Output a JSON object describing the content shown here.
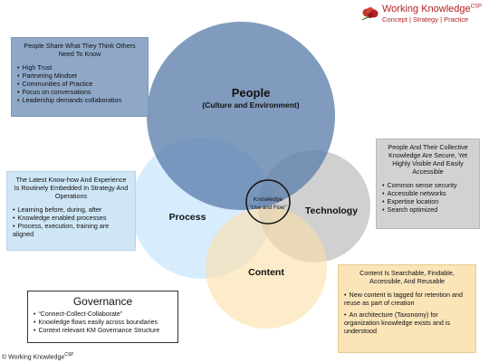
{
  "logo": {
    "brand": "Working Knowledge",
    "brand_sup": "CSP",
    "tagline": "Concept | Strategy | Practice",
    "color": "#b22222"
  },
  "venn": {
    "people": {
      "label": "People",
      "sublabel": "(Culture and Environment)",
      "color": "#5e7fac"
    },
    "process": {
      "label": "Process",
      "color": "#bfe0fb"
    },
    "technology": {
      "label": "Technology",
      "color": "#b0b0b0"
    },
    "content": {
      "label": "Content",
      "color": "#fcdfa6"
    },
    "center": {
      "label": "Knowledge",
      "sublabel": "Use and Flow"
    }
  },
  "boxes": {
    "people": {
      "heading": "People Share What They Think Others Need To Know",
      "items": [
        "High Trust",
        "Partnering Mindset",
        "Communities of Practice",
        "Focus on conversations",
        "Leadership demands collaboration"
      ]
    },
    "process": {
      "heading": "The Latest Know-how And Experience Is Routinely Embedded In Strategy And Operations",
      "items": [
        "Learning before, during, after",
        "Knowledge enabled processes",
        "Process, execution, training are aligned"
      ]
    },
    "technology": {
      "heading": "People And Their Collective Knowledge Are Secure, Yet Highly Visible And Easily Accessible",
      "items": [
        "Common sense security",
        "Accessible networks",
        "Expertise location",
        "Search optimized"
      ]
    },
    "content": {
      "heading": "Content Is Searchable, Findable, Accessible, And Reusable",
      "items": [
        "New content is tagged for retention and reuse as part of creation",
        "An architecture (Taxonomy) for organization knowledge exists and is understood"
      ]
    },
    "governance": {
      "heading": "Governance",
      "items": [
        "“Connect-Collect-Collaborate”",
        "Knowledge flows easily across boundaries",
        "Context relevant KM Governance Structure"
      ]
    }
  },
  "footer": {
    "text": "© Working Knowledge",
    "sup": "CSP"
  }
}
